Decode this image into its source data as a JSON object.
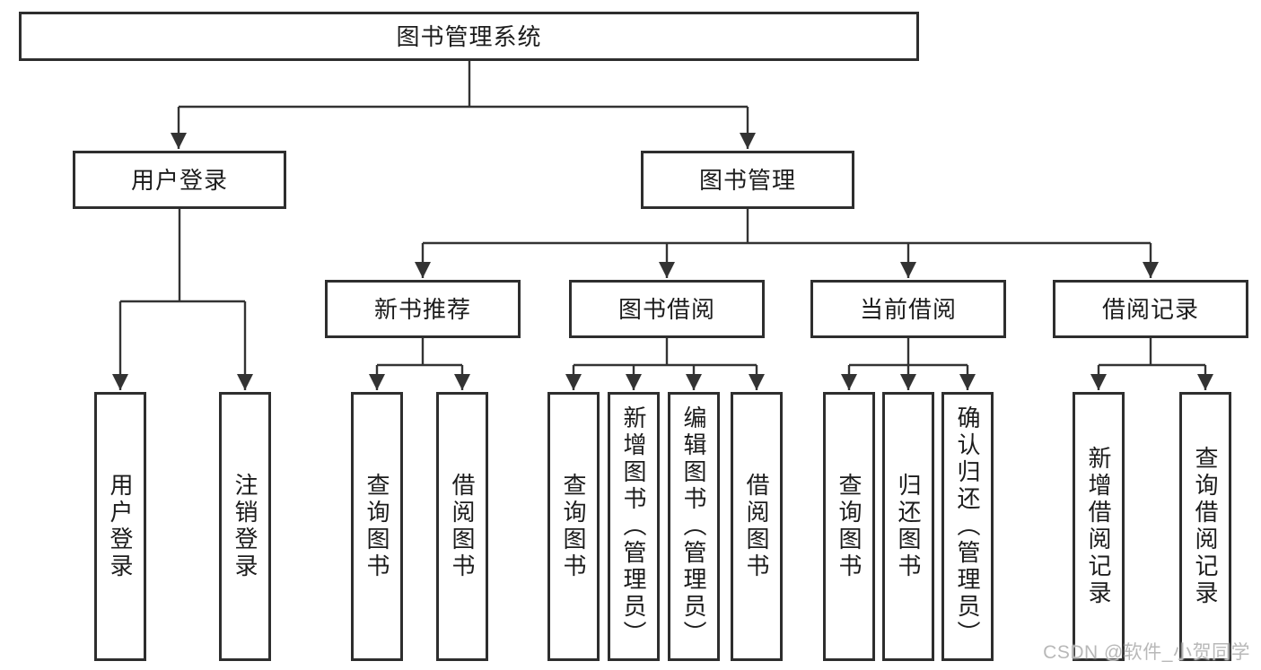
{
  "tree": {
    "root": {
      "label": "图书管理系统",
      "children": [
        {
          "label": "用户登录",
          "children": [
            {
              "label": "用户登录"
            },
            {
              "label": "注销登录"
            }
          ]
        },
        {
          "label": "图书管理",
          "children": [
            {
              "label": "新书推荐",
              "children": [
                {
                  "label": "查询图书"
                },
                {
                  "label": "借阅图书"
                }
              ]
            },
            {
              "label": "图书借阅",
              "children": [
                {
                  "label": "查询图书"
                },
                {
                  "label": "新增图书（管理员）"
                },
                {
                  "label": "编辑图书（管理员）"
                },
                {
                  "label": "借阅图书"
                }
              ]
            },
            {
              "label": "当前借阅",
              "children": [
                {
                  "label": "查询图书"
                },
                {
                  "label": "归还图书"
                },
                {
                  "label": "确认归还（管理员）"
                }
              ]
            },
            {
              "label": "借阅记录",
              "children": [
                {
                  "label": "新增借阅记录"
                },
                {
                  "label": "查询借阅记录"
                }
              ]
            }
          ]
        }
      ]
    }
  },
  "watermark": {
    "text": "CSDN @软件_小贺同学"
  },
  "colors": {
    "line": "#333333",
    "border": "#2e2e2e",
    "text": "#1c1c1c",
    "background": "#ffffff",
    "watermark": "#b8b8b8"
  }
}
